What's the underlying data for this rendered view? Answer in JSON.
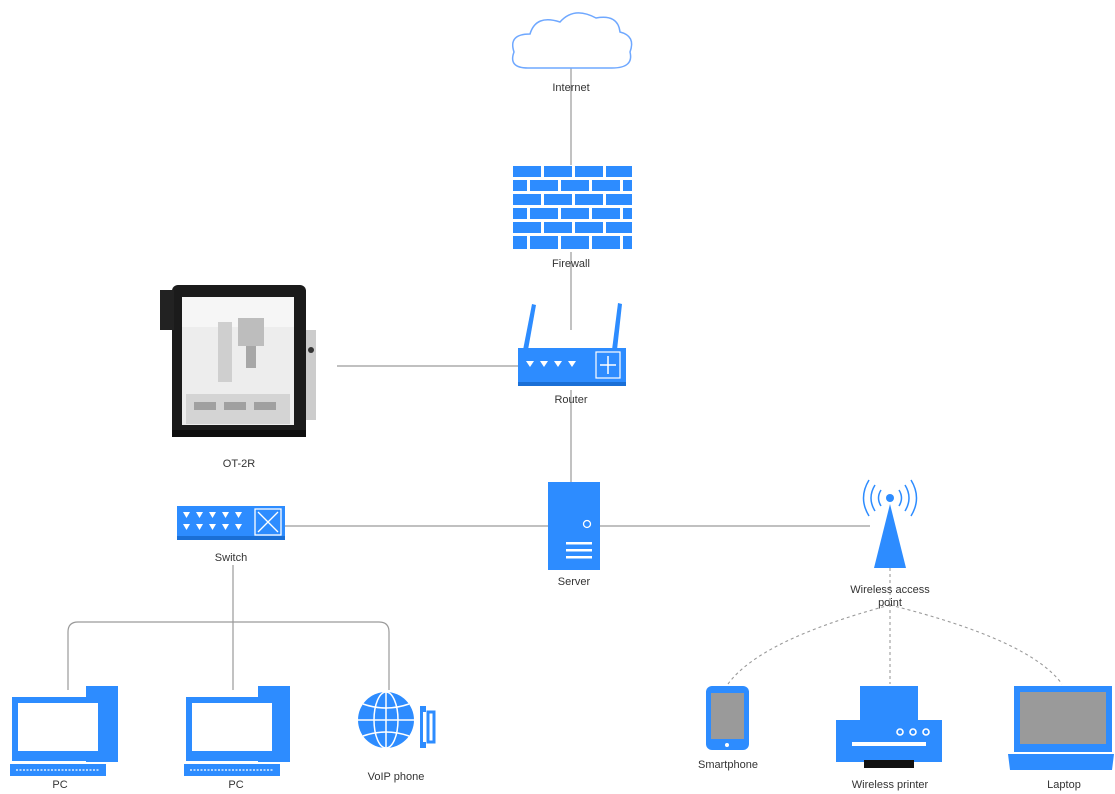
{
  "colors": {
    "icon_blue": "#2d8cff",
    "line_gray": "#9a9a9a",
    "cloud_stroke": "#6fa8ff",
    "printer_dark": "#111111"
  },
  "nodes": {
    "internet": {
      "label": "Internet",
      "icon": "cloud-icon"
    },
    "firewall": {
      "label": "Firewall",
      "icon": "brick-wall-icon"
    },
    "router": {
      "label": "Router",
      "icon": "router-icon"
    },
    "ot2r": {
      "label": "OT-2R",
      "icon": "lab-robot-icon"
    },
    "server": {
      "label": "Server",
      "icon": "server-icon"
    },
    "switch": {
      "label": "Switch",
      "icon": "network-switch-icon"
    },
    "wap": {
      "label": "Wireless access point",
      "icon": "antenna-icon"
    },
    "pc1": {
      "label": "PC",
      "icon": "desktop-computer-icon"
    },
    "pc2": {
      "label": "PC",
      "icon": "desktop-computer-icon"
    },
    "voip": {
      "label": "VoIP phone",
      "icon": "globe-phone-icon"
    },
    "smartphone": {
      "label": "Smartphone",
      "icon": "tablet-icon"
    },
    "printer": {
      "label": "Wireless printer",
      "icon": "printer-icon"
    },
    "laptop": {
      "label": "Laptop",
      "icon": "laptop-icon"
    }
  },
  "links": {
    "wired": [
      [
        "internet",
        "firewall"
      ],
      [
        "firewall",
        "router"
      ],
      [
        "router",
        "ot2r"
      ],
      [
        "router",
        "server"
      ],
      [
        "server",
        "switch"
      ],
      [
        "server",
        "wap"
      ],
      [
        "switch",
        "pc1"
      ],
      [
        "switch",
        "pc2"
      ],
      [
        "switch",
        "voip"
      ]
    ],
    "wireless": [
      [
        "wap",
        "smartphone"
      ],
      [
        "wap",
        "printer"
      ],
      [
        "wap",
        "laptop"
      ]
    ]
  }
}
